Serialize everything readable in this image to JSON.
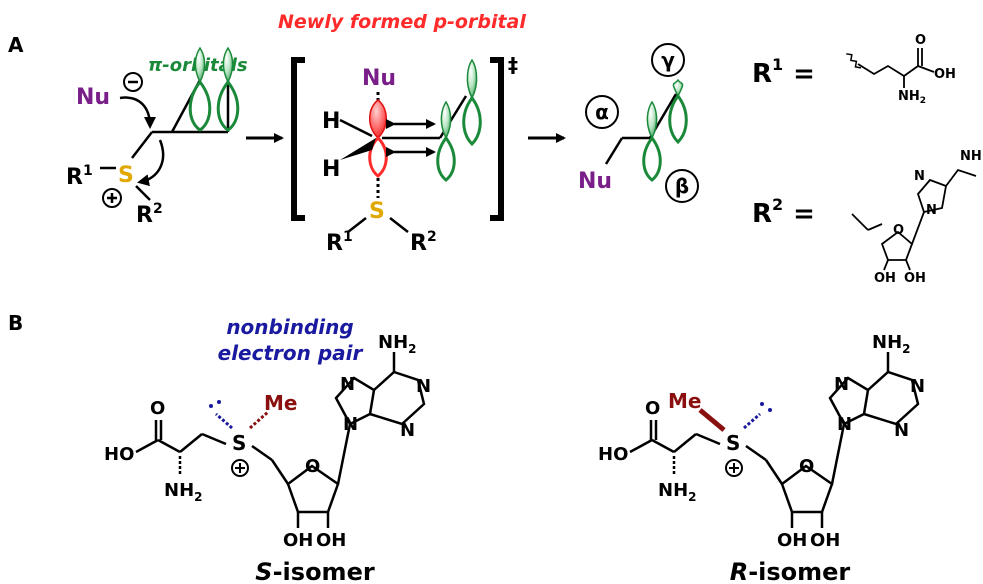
{
  "panel_a": {
    "letter": "A",
    "header_red": "Newly formed p-orbital",
    "pi_label": "π-orbitals",
    "nu": "Nu",
    "minus": "−",
    "plus": "+",
    "r1": "R",
    "r1_sup": "1",
    "r2": "R",
    "r2_sup": "2",
    "s": "S",
    "h": "H",
    "dagger": "‡",
    "alpha": "α",
    "beta": "β",
    "gamma": "γ",
    "r1_eq": "R",
    "r1_eq_sup": "1",
    "r2_eq": "R",
    "r2_eq_sup": "2",
    "equals": "=",
    "r1_o": "O",
    "r1_oh": "OH",
    "r1_nh2": "NH",
    "r1_nh2_sub": "2",
    "r2_nh": "NH",
    "r2_n": "N",
    "r2_o": "O",
    "r2_oh": "OH"
  },
  "panel_b": {
    "letter": "B",
    "lone_pair_line1": "nonbinding",
    "lone_pair_line2": "electron pair",
    "nh2": "NH",
    "nh2_sub": "2",
    "n": "N",
    "o": "O",
    "ho": "HO",
    "oh": "OH",
    "s": "S",
    "me": "Me",
    "s_isomer_italic": "S",
    "s_isomer_rest": "-isomer",
    "r_isomer_italic": "R",
    "r_isomer_rest": "-isomer"
  },
  "colors": {
    "red": "#ff2a2a",
    "green": "#1a8a3a",
    "purple": "#7a1f8a",
    "gold": "#e0a800",
    "blue": "#1a1aa0",
    "maroon": "#8a1010",
    "black": "#000000"
  }
}
